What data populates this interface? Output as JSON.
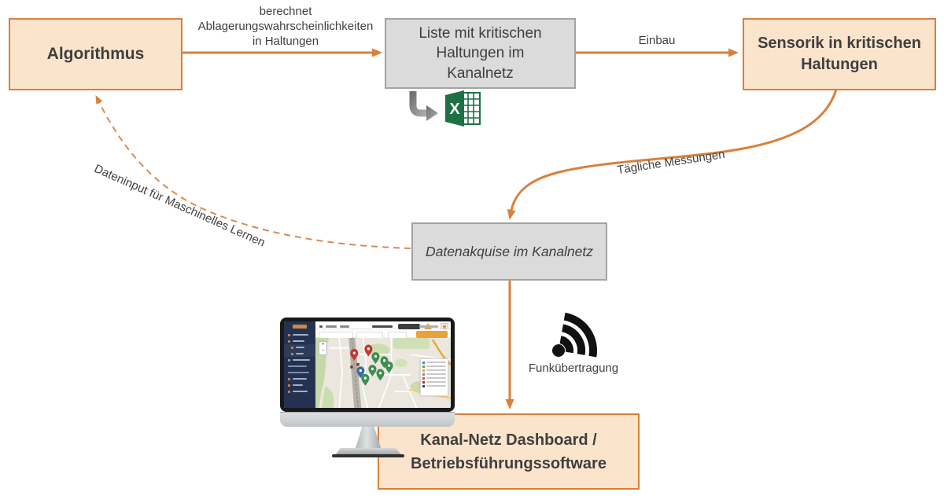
{
  "boxes": {
    "algorithmus": "Algorithmus",
    "liste": "Liste mit kritischen Haltungen im Kanalnetz",
    "sensorik": "Sensorik in kritischen Haltungen",
    "datenakquise": "Datenakquise im Kanalnetz",
    "dashboard": "Kanal-Netz Dashboard / Betriebsführungssoftware"
  },
  "connector_labels": {
    "berechnet_lines": [
      "berechnet",
      "Ablagerungswahrscheinlichkeiten",
      "in Haltungen"
    ],
    "einbau": "Einbau",
    "taegliche_messungen": "Tägliche Messungen",
    "dateninput": "Dateninput für Maschinelles Lernen",
    "funkuebertragung": "Funkübertragung"
  },
  "icons": {
    "excel": "excel-icon",
    "elbow_arrow": "elbow-arrow-icon",
    "wifi": "wifi-icon",
    "monitor": "dashboard-monitor"
  },
  "colors": {
    "accent_orange": "#D9803C",
    "box_fill_orange": "#FBE4CC",
    "box_fill_gray": "#DBDBDB",
    "box_border_gray": "#A3A3A3",
    "text": "#3F3F3F",
    "excel_green": "#1E7145",
    "wifi_black": "#111111"
  }
}
